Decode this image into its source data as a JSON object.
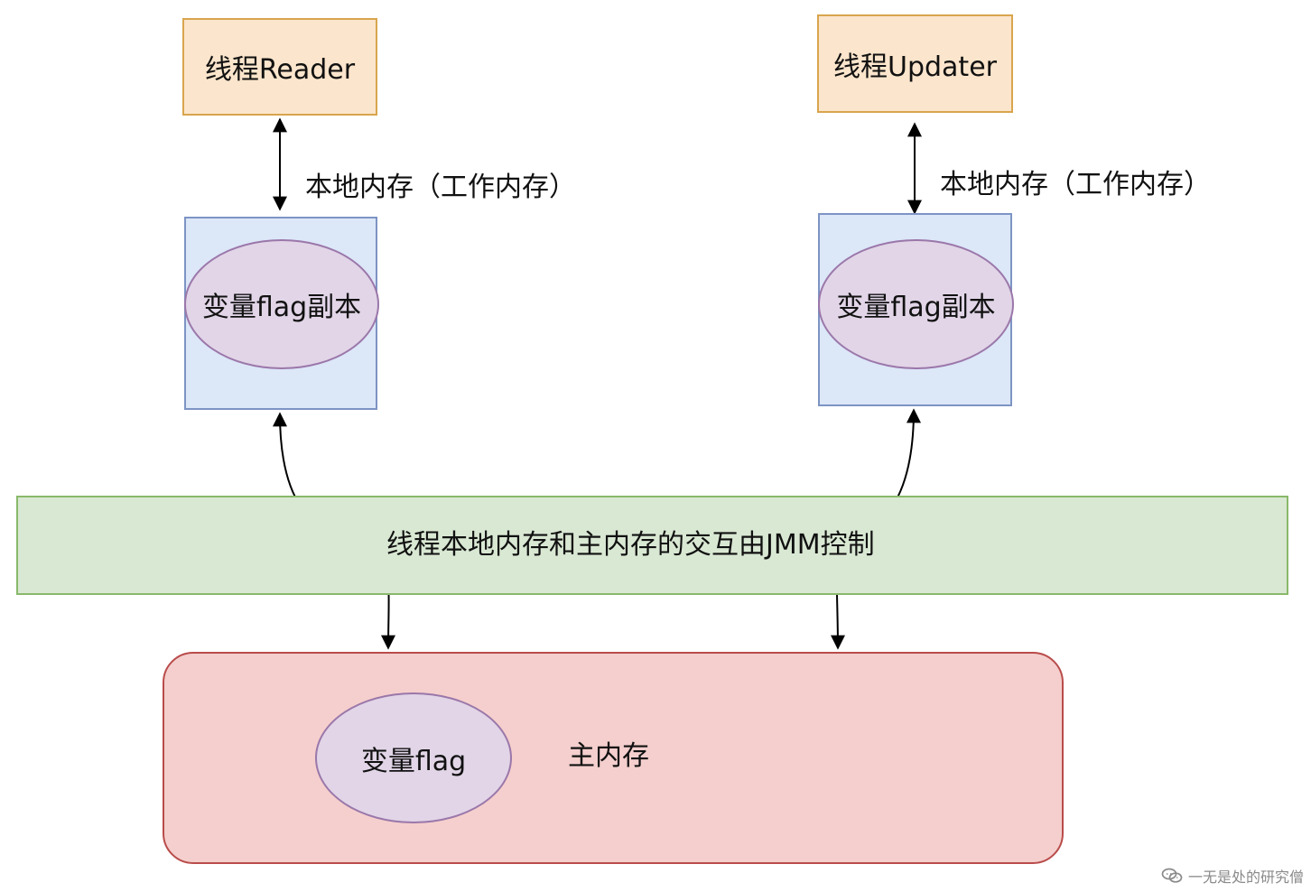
{
  "threads": {
    "reader": "线程Reader",
    "updater": "线程Updater"
  },
  "local_memory_label": "本地内存（工作内存）",
  "copy_label": "变量flag副本",
  "jmm_label": "线程本地内存和主内存的交互由JMM控制",
  "main_memory": {
    "title": "主内存",
    "variable": "变量flag"
  },
  "watermark": "一无是处的研究僧",
  "watermark_icon": "chat-bubble-icon"
}
